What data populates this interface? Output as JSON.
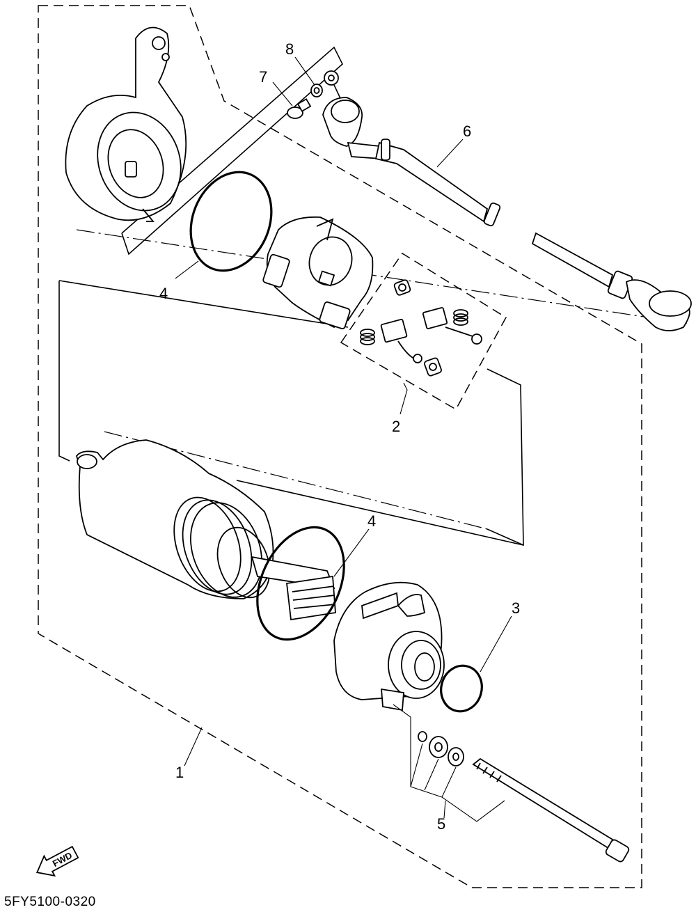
{
  "diagram_code": "5FY5100-0320",
  "fwd_label": "FWD",
  "callouts": {
    "p1": "1",
    "p2": "2",
    "p3": "3",
    "p4_upper": "4",
    "p4_lower": "4",
    "p5": "5",
    "p6": "6",
    "p7": "7",
    "p8": "8"
  },
  "colors": {
    "line": "#000000",
    "background": "#ffffff"
  }
}
